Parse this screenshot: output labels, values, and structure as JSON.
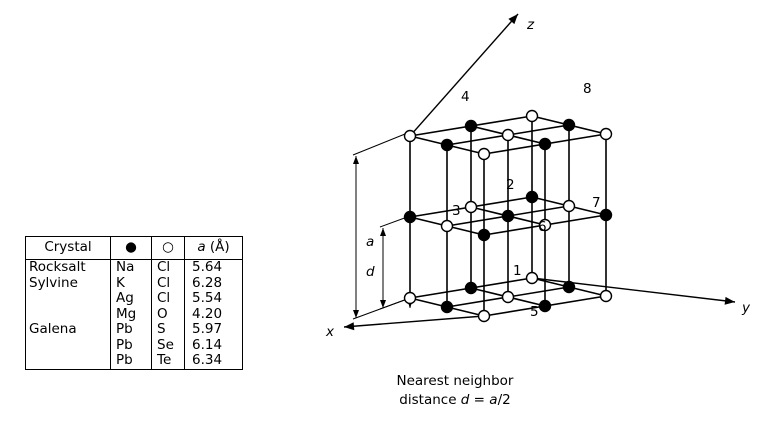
{
  "table": {
    "headers": {
      "crystal": "Crystal",
      "black": "●",
      "white": "○",
      "a_symbol": "a",
      "a_unit": " (Å)"
    },
    "rows": [
      {
        "crystal": "Rocksalt",
        "black": "Na",
        "white": "Cl",
        "a": "5.64"
      },
      {
        "crystal": "Sylvine",
        "black": "K",
        "white": "Cl",
        "a": "6.28"
      },
      {
        "crystal": "",
        "black": "Ag",
        "white": "Cl",
        "a": "5.54"
      },
      {
        "crystal": "",
        "black": "Mg",
        "white": "O",
        "a": "4.20"
      },
      {
        "crystal": "Galena",
        "black": "Pb",
        "white": "S",
        "a": "5.97"
      },
      {
        "crystal": "",
        "black": "Pb",
        "white": "Se",
        "a": "6.14"
      },
      {
        "crystal": "",
        "black": "Pb",
        "white": "Te",
        "a": "6.34"
      }
    ]
  },
  "diagram": {
    "axes": {
      "x": "x",
      "y": "y",
      "z": "z"
    },
    "dimensions": {
      "a": "a",
      "d": "d"
    },
    "atom_labels": [
      "1",
      "2",
      "3",
      "4",
      "5",
      "6",
      "7",
      "8"
    ],
    "colors": {
      "black_atom": "#000000",
      "white_atom": "#ffffff",
      "line": "#000000"
    }
  },
  "caption": {
    "line1": "Nearest neighbor",
    "line2_prefix": "distance ",
    "line2_var1": "d",
    "line2_eq": " = ",
    "line2_var2": "a",
    "line2_suffix": "/2"
  }
}
